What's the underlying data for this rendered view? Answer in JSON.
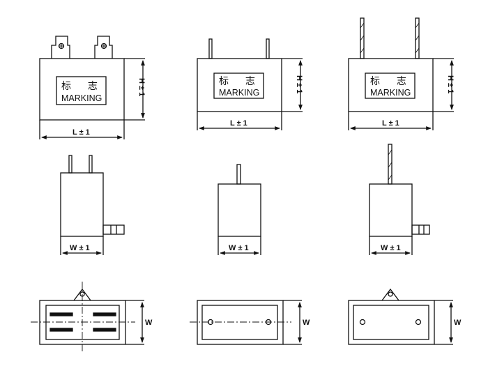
{
  "colors": {
    "stroke": "#111111",
    "background": "#ffffff"
  },
  "front_views": [
    {
      "terminal_type": "quick-connect tabs",
      "marking_cn": "标 志",
      "marking_en": "MARKING",
      "length_label": "L ± 1",
      "height_label": "H ± 1"
    },
    {
      "terminal_type": "pins",
      "marking_cn": "标 志",
      "marking_en": "MARKING",
      "length_label": "L ± 1",
      "height_label": "H ± 1"
    },
    {
      "terminal_type": "wire leads",
      "marking_cn": "标 志",
      "marking_en": "MARKING",
      "length_label": "L ± 1",
      "height_label": "H ± 1"
    }
  ],
  "side_views": [
    {
      "terminal_type": "quick-connect tabs",
      "width_label": "W ± 1"
    },
    {
      "terminal_type": "pins",
      "width_label": "W ± 1"
    },
    {
      "terminal_type": "wire leads",
      "width_label": "W ± 1"
    }
  ],
  "top_views": [
    {
      "terminal_type": "quick-connect tabs",
      "width_label": "W"
    },
    {
      "terminal_type": "pins",
      "width_label": "W"
    },
    {
      "terminal_type": "wire leads",
      "width_label": "W"
    }
  ]
}
